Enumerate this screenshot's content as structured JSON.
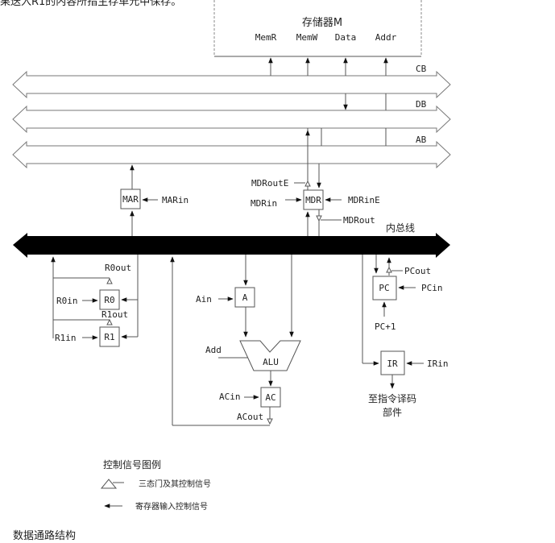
{
  "top_text": "果送入R1的内容所指主存单元中保存。",
  "caption": "数据通路结构",
  "memory": {
    "title": "存储器M",
    "ports": [
      "MemR",
      "MemW",
      "Data",
      "Addr"
    ]
  },
  "buses": {
    "cb": "CB",
    "db": "DB",
    "ab": "AB",
    "internal": "内总线"
  },
  "registers": {
    "mar": "MAR",
    "mdr": "MDR",
    "r0": "R0",
    "r1": "R1",
    "a": "A",
    "alu": "ALU",
    "ac": "AC",
    "pc": "PC",
    "ir": "IR"
  },
  "signals": {
    "marin": "MARin",
    "mdroute": "MDRoutE",
    "mdrin": "MDRin",
    "mdrine": "MDRinE",
    "mdrout": "MDRout",
    "r0out": "R0out",
    "r0in": "R0in",
    "r1out": "R1out",
    "r1in": "R1in",
    "ain": "Ain",
    "add": "Add",
    "acin": "ACin",
    "acout": "ACout",
    "pcout": "PCout",
    "pcin": "PCin",
    "pc_plus_1": "PC+1",
    "irin": "IRin"
  },
  "ir_output": [
    "至指令译码",
    "部件"
  ],
  "legend": {
    "title": "控制信号图例",
    "items": [
      {
        "icon": "tristate-triangle-icon",
        "label": "三态门及其控制信号"
      },
      {
        "icon": "arrow-left-icon",
        "label": "寄存器输入控制信号"
      }
    ]
  }
}
